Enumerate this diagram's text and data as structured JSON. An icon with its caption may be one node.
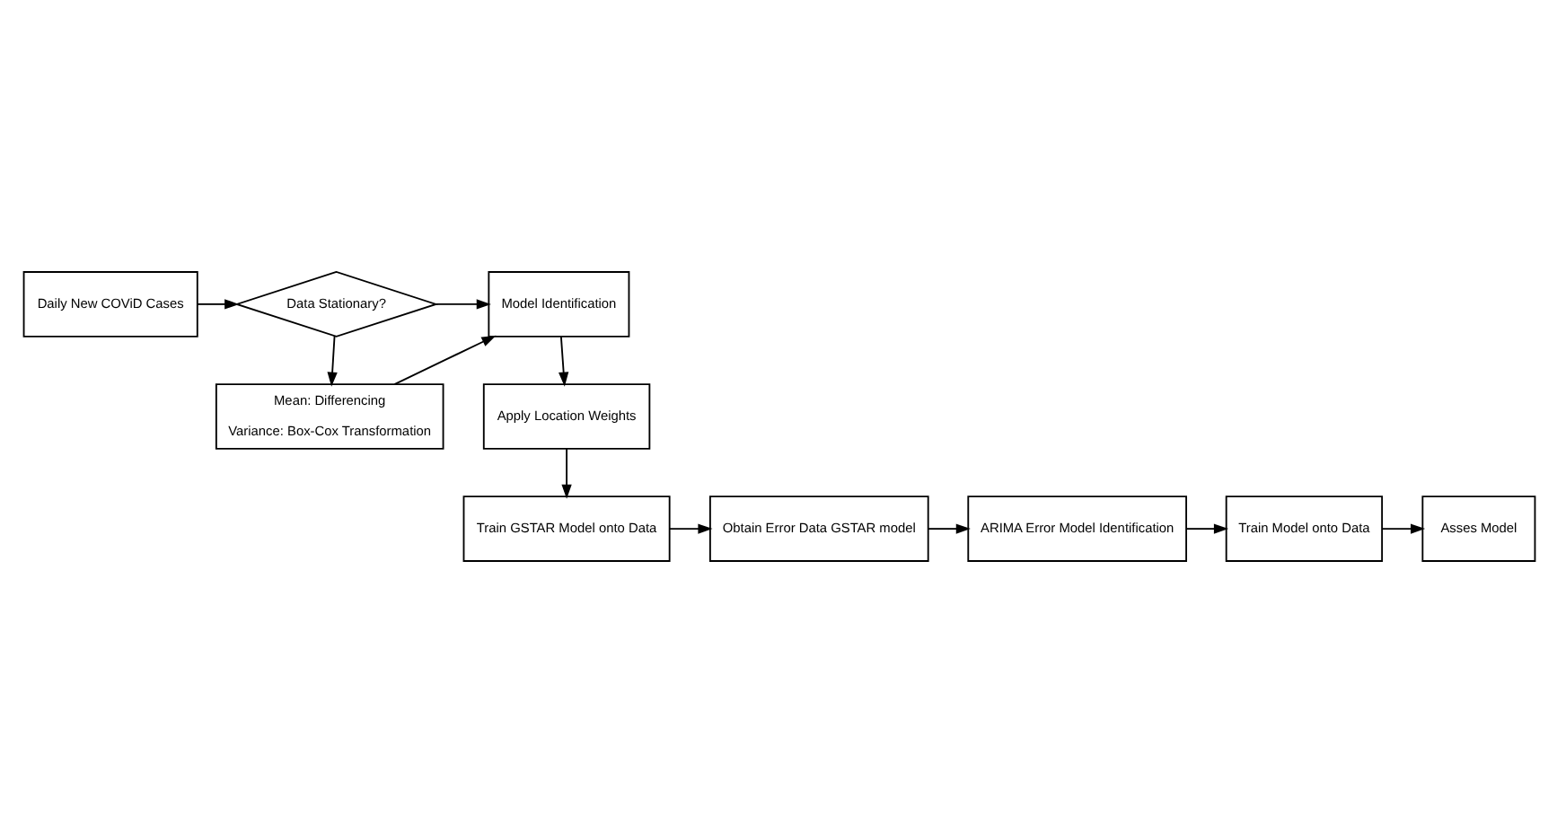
{
  "diagram": {
    "nodes": [
      {
        "text": [
          "Daily New COViD Cases"
        ]
      },
      {
        "text": [
          "Data Stationary?"
        ]
      },
      {
        "text": [
          "Mean: Differencing",
          "Variance: Box-Cox Transformation"
        ]
      },
      {
        "text": [
          "Model Identification"
        ]
      },
      {
        "text": [
          "Apply Location Weights"
        ]
      },
      {
        "text": [
          "Train GSTAR Model onto Data"
        ]
      },
      {
        "text": [
          "Obtain Error Data GSTAR model"
        ]
      },
      {
        "text": [
          "ARIMA Error Model Identification"
        ]
      },
      {
        "text": [
          "Train Model onto Data"
        ]
      },
      {
        "text": [
          "Asses Model"
        ]
      }
    ],
    "edges": [
      {
        "from": 0,
        "to": 1,
        "arrow": "to"
      },
      {
        "from": 1,
        "to": 3,
        "arrow": "to"
      },
      {
        "from": 1,
        "to": 2,
        "arrow": "to"
      },
      {
        "from": 2,
        "to": 3,
        "arrow": "to"
      },
      {
        "from": 3,
        "to": 4,
        "arrow": "to"
      },
      {
        "from": 4,
        "to": 5,
        "arrow": "to"
      },
      {
        "from": 5,
        "to": 6,
        "arrow": "to"
      },
      {
        "from": 6,
        "to": 7,
        "arrow": "to"
      },
      {
        "from": 7,
        "to": 8,
        "arrow": "to"
      },
      {
        "from": 8,
        "to": 9,
        "arrow": "to"
      }
    ]
  }
}
